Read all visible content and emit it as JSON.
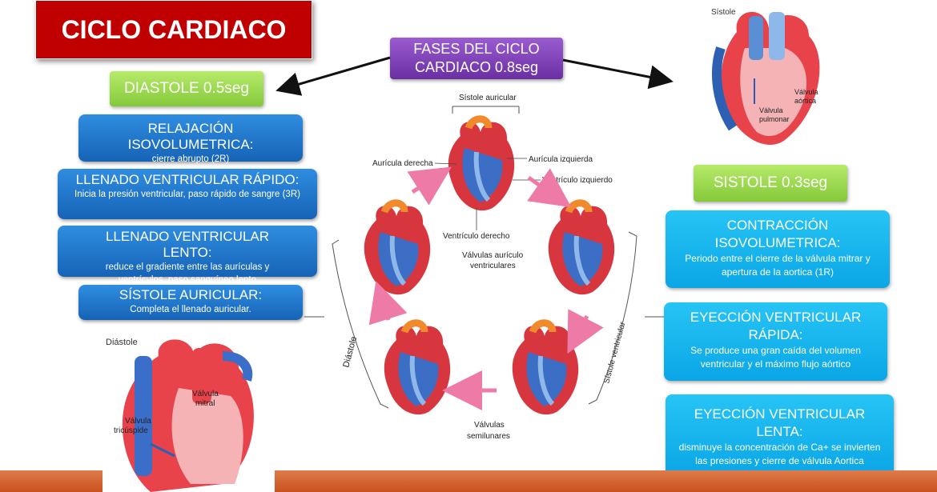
{
  "title": "CICLO CARDIACO",
  "phases": {
    "line1": "FASES DEL CICLO",
    "line2": "CARDIACO 0.8seg"
  },
  "diastole": {
    "label": "DIASTOLE 0.5seg",
    "items": [
      {
        "title": "RELAJACIÓN ISOVOLUMETRICA:",
        "desc": "cierre abrupto (2R)"
      },
      {
        "title": "LLENADO VENTRICULAR RÁPIDO:",
        "desc": "Inicia la presión ventricular, paso rápido de sangre (3R)"
      },
      {
        "title": "LLENADO VENTRICULAR LENTO:",
        "desc": "reduce el gradiente entre las aurículas y ventrículos, paso sanguíneo lento"
      },
      {
        "title": "SÍSTOLE AURICULAR:",
        "desc": "Completa el llenado auricular."
      }
    ]
  },
  "sistole": {
    "label": "SISTOLE 0.3seg",
    "items": [
      {
        "title_1": "CONTRACCIÓN",
        "title_2": "ISOVOLUMETRICA:",
        "desc": "Periodo entre el cierre de la válvula mitrar y apertura de la aortica (1R)"
      },
      {
        "title_1": "EYECCIÓN  VENTRICULAR",
        "title_2": "RÁPIDA:",
        "desc": "Se produce una gran caída del volumen ventricular y el máximo flujo aórtico"
      },
      {
        "title_1": "EYECCIÓN VENTRICULAR LENTA:",
        "desc": "disminuye la concentración de Ca+ se invierten las presiones y cierre de válvula Aortica"
      }
    ]
  },
  "figure_labels": {
    "sistole_auricular": "Sístole auricular",
    "auricula_derecha": "Aurícula derecha",
    "auricula_izquierda": "Aurícula izquierda",
    "ventriculo_izquierdo": "Ventrículo izquierdo",
    "ventriculo_derecho": "Ventrículo derecho",
    "valvulas_av_1": "Válvulas aurículo",
    "valvulas_av_2": "ventriculares",
    "diastole": "Diástole",
    "sistole_ventricular": "Sístole ventricular",
    "valvulas_sl_1": "Válvulas",
    "valvulas_sl_2": "semilunares"
  },
  "top_heart": {
    "caption": "Sístole",
    "aortica_1": "Válvula",
    "aortica_2": "aórtica",
    "pulmonar_1": "Válvula",
    "pulmonar_2": "pulmonar"
  },
  "bottom_heart": {
    "caption": "Diástole",
    "mitral_1": "Válvula",
    "mitral_2": "mitral",
    "tricuspide_1": "Válvula",
    "tricuspide_2": "tricúspide"
  },
  "colors": {
    "title_red": "#c00000",
    "phase_purple": "#7b3fb8",
    "green": "#92d050",
    "blue": "#1f6fc5",
    "cyan": "#12b4f0",
    "bar_orange": "#d4602d"
  }
}
